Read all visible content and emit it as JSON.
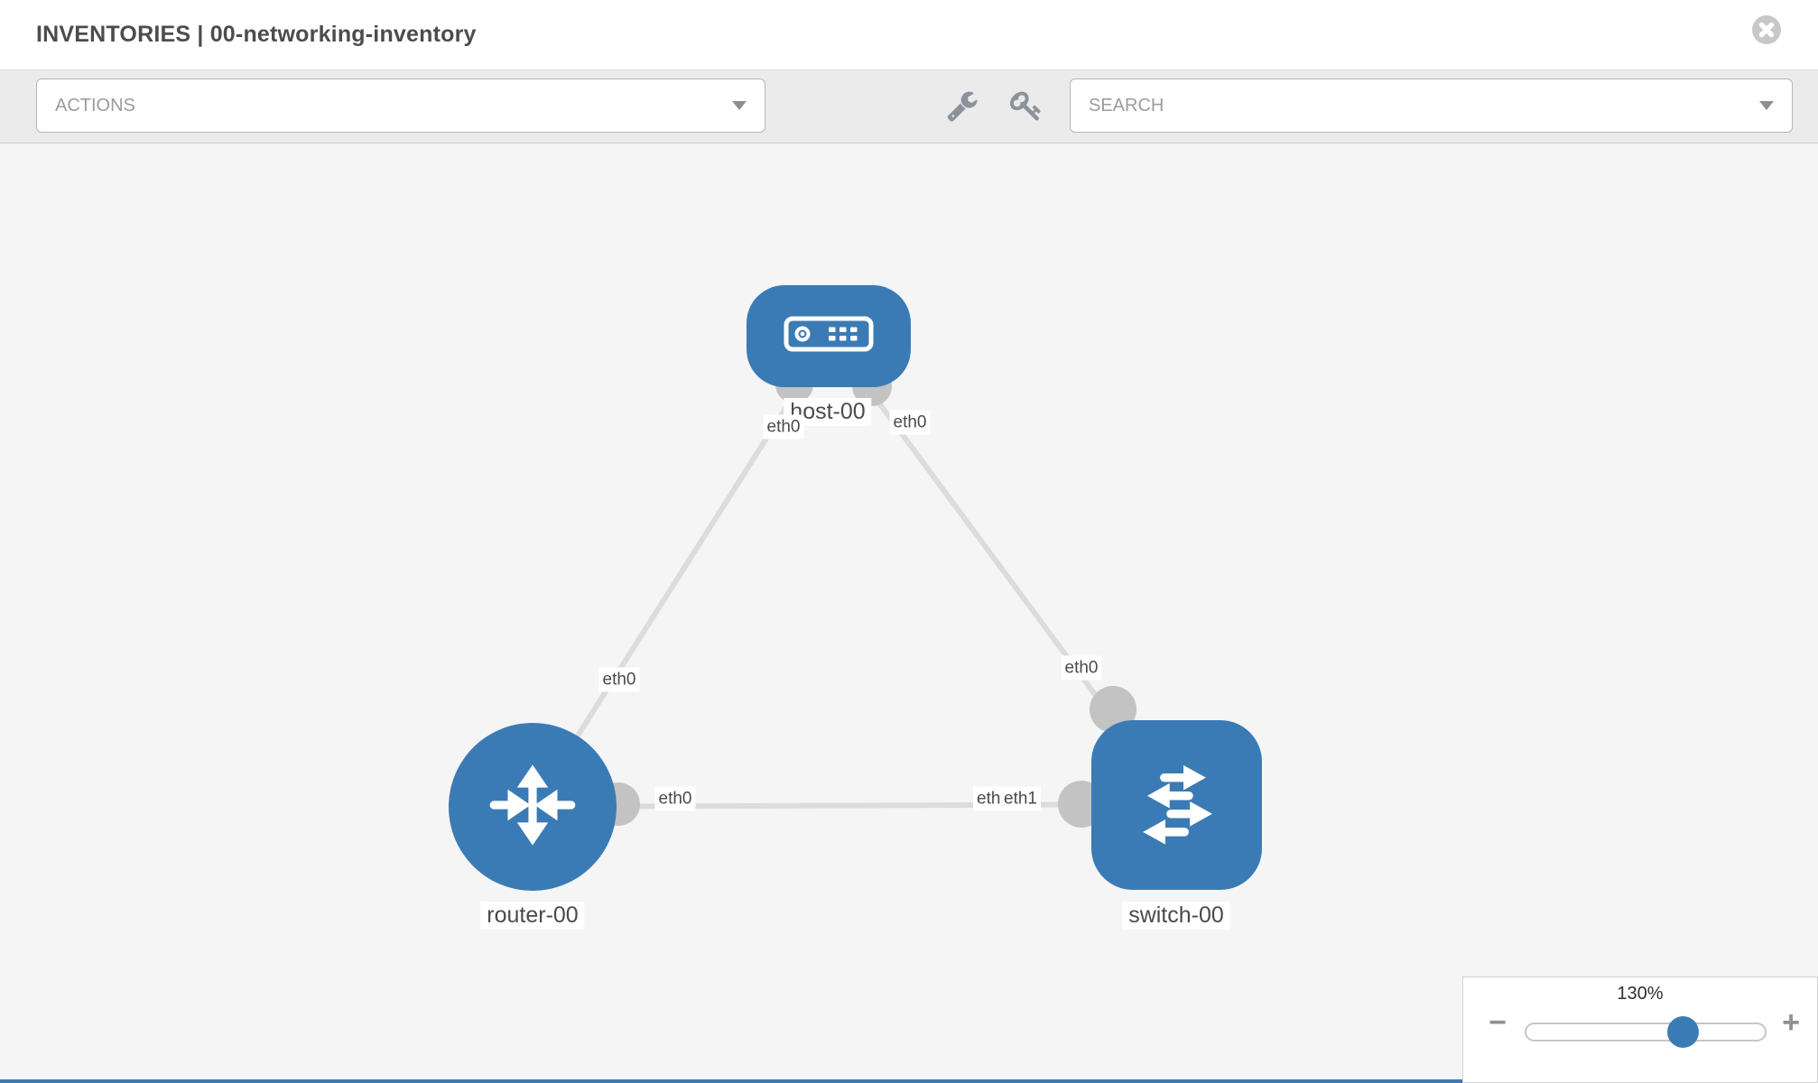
{
  "header": {
    "title": "INVENTORIES | 00-networking-inventory"
  },
  "toolbar": {
    "actions_label": "ACTIONS",
    "search_label": "SEARCH"
  },
  "diagram": {
    "nodes": [
      {
        "id": "host-00",
        "label": "host-00",
        "type": "host"
      },
      {
        "id": "router-00",
        "label": "router-00",
        "type": "router"
      },
      {
        "id": "switch-00",
        "label": "switch-00",
        "type": "switch"
      }
    ],
    "links": [
      {
        "source": "host-00",
        "target": "router-00"
      },
      {
        "source": "host-00",
        "target": "switch-00"
      },
      {
        "source": "router-00",
        "target": "switch-00"
      }
    ],
    "interface_labels": [
      {
        "text": "eth0"
      },
      {
        "text": "eth0"
      },
      {
        "text": "eth0"
      },
      {
        "text": "eth0"
      },
      {
        "text": "eth0"
      },
      {
        "text": "eth0"
      },
      {
        "text": "eth1"
      }
    ]
  },
  "zoom_control": {
    "level": "130%",
    "minus": "−",
    "plus": "+"
  },
  "colors": {
    "node_blue": "#3b7bb5",
    "link_gray": "#dcdcdc",
    "endpoint_gray": "#c3c3c3",
    "canvas_bg": "#f5f5f5",
    "toolbar_bg": "#ebebeb",
    "icon_gray": "#8b929b"
  }
}
